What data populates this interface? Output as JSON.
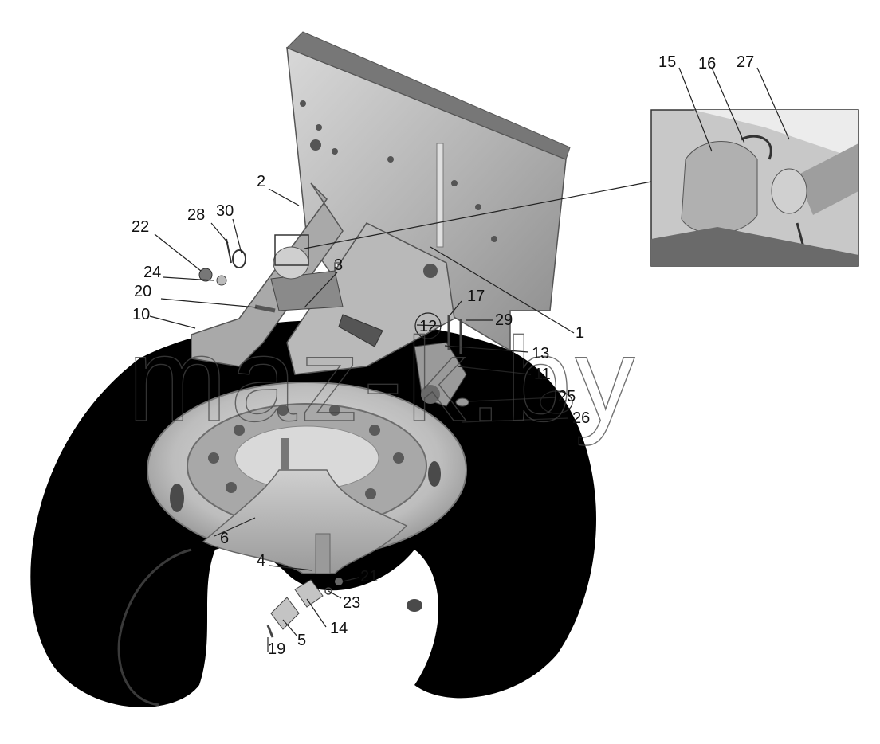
{
  "watermark": "maz-k.by",
  "callouts": [
    {
      "id": "15",
      "label": "15"
    },
    {
      "id": "16",
      "label": "16"
    },
    {
      "id": "27",
      "label": "27"
    },
    {
      "id": "2",
      "label": "2"
    },
    {
      "id": "28",
      "label": "28"
    },
    {
      "id": "30",
      "label": "30"
    },
    {
      "id": "22",
      "label": "22"
    },
    {
      "id": "3",
      "label": "3"
    },
    {
      "id": "24",
      "label": "24"
    },
    {
      "id": "20",
      "label": "20"
    },
    {
      "id": "10",
      "label": "10"
    },
    {
      "id": "17",
      "label": "17"
    },
    {
      "id": "12",
      "label": "12"
    },
    {
      "id": "29",
      "label": "29"
    },
    {
      "id": "1",
      "label": "1"
    },
    {
      "id": "13",
      "label": "13"
    },
    {
      "id": "11",
      "label": "11"
    },
    {
      "id": "25",
      "label": "25"
    },
    {
      "id": "26",
      "label": "26"
    },
    {
      "id": "6",
      "label": "6"
    },
    {
      "id": "4",
      "label": "4"
    },
    {
      "id": "21",
      "label": "21"
    },
    {
      "id": "23",
      "label": "23"
    },
    {
      "id": "5",
      "label": "5"
    },
    {
      "id": "14",
      "label": "14"
    },
    {
      "id": "19",
      "label": "19"
    }
  ]
}
